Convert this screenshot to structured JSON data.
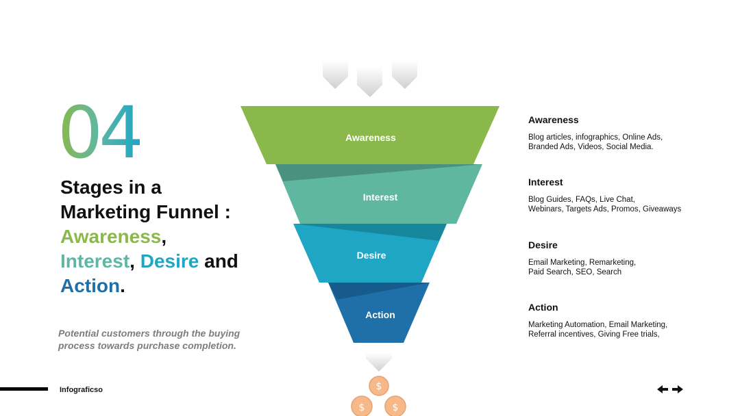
{
  "slide": {
    "number": "04",
    "title": {
      "line1": "Stages in a",
      "line2": "Marketing Funnel :",
      "awareness": "Awareness",
      "comma1": ",",
      "interest": "Interest",
      "comma2": ",",
      "desire": "Desire",
      "and": "and",
      "action": "Action",
      "period": "."
    },
    "subtitle": "Potential customers through the buying process towards purchase completion.",
    "brand": "Infograficso"
  },
  "funnel": {
    "layers": [
      {
        "label": "Awareness",
        "color": "#8bb84a"
      },
      {
        "label": "Interest",
        "color": "#5fb7a2"
      },
      {
        "label": "Desire",
        "color": "#1fa6c4"
      },
      {
        "label": "Action",
        "color": "#1f6fa8"
      }
    ],
    "coin_symbol": "$"
  },
  "stages": [
    {
      "title": "Awareness",
      "desc": "Blog articles, infographics, Online Ads,\nBranded Ads, Videos, Social Media."
    },
    {
      "title": "Interest",
      "desc": "Blog Guides, FAQs, Live Chat,\nWebinars, Targets Ads, Promos, Giveaways"
    },
    {
      "title": "Desire",
      "desc": "Email Marketing, Remarketing,\nPaid Search, SEO, Search"
    },
    {
      "title": "Action",
      "desc": "Marketing Automation, Email Marketing,\nReferral  incentives, Giving Free trials,"
    }
  ],
  "colors": {
    "awareness": "#8bb84a",
    "interest": "#5fb7a2",
    "desire": "#1fa6c4",
    "action": "#1f6fa8",
    "coin": "#f5b98a"
  }
}
